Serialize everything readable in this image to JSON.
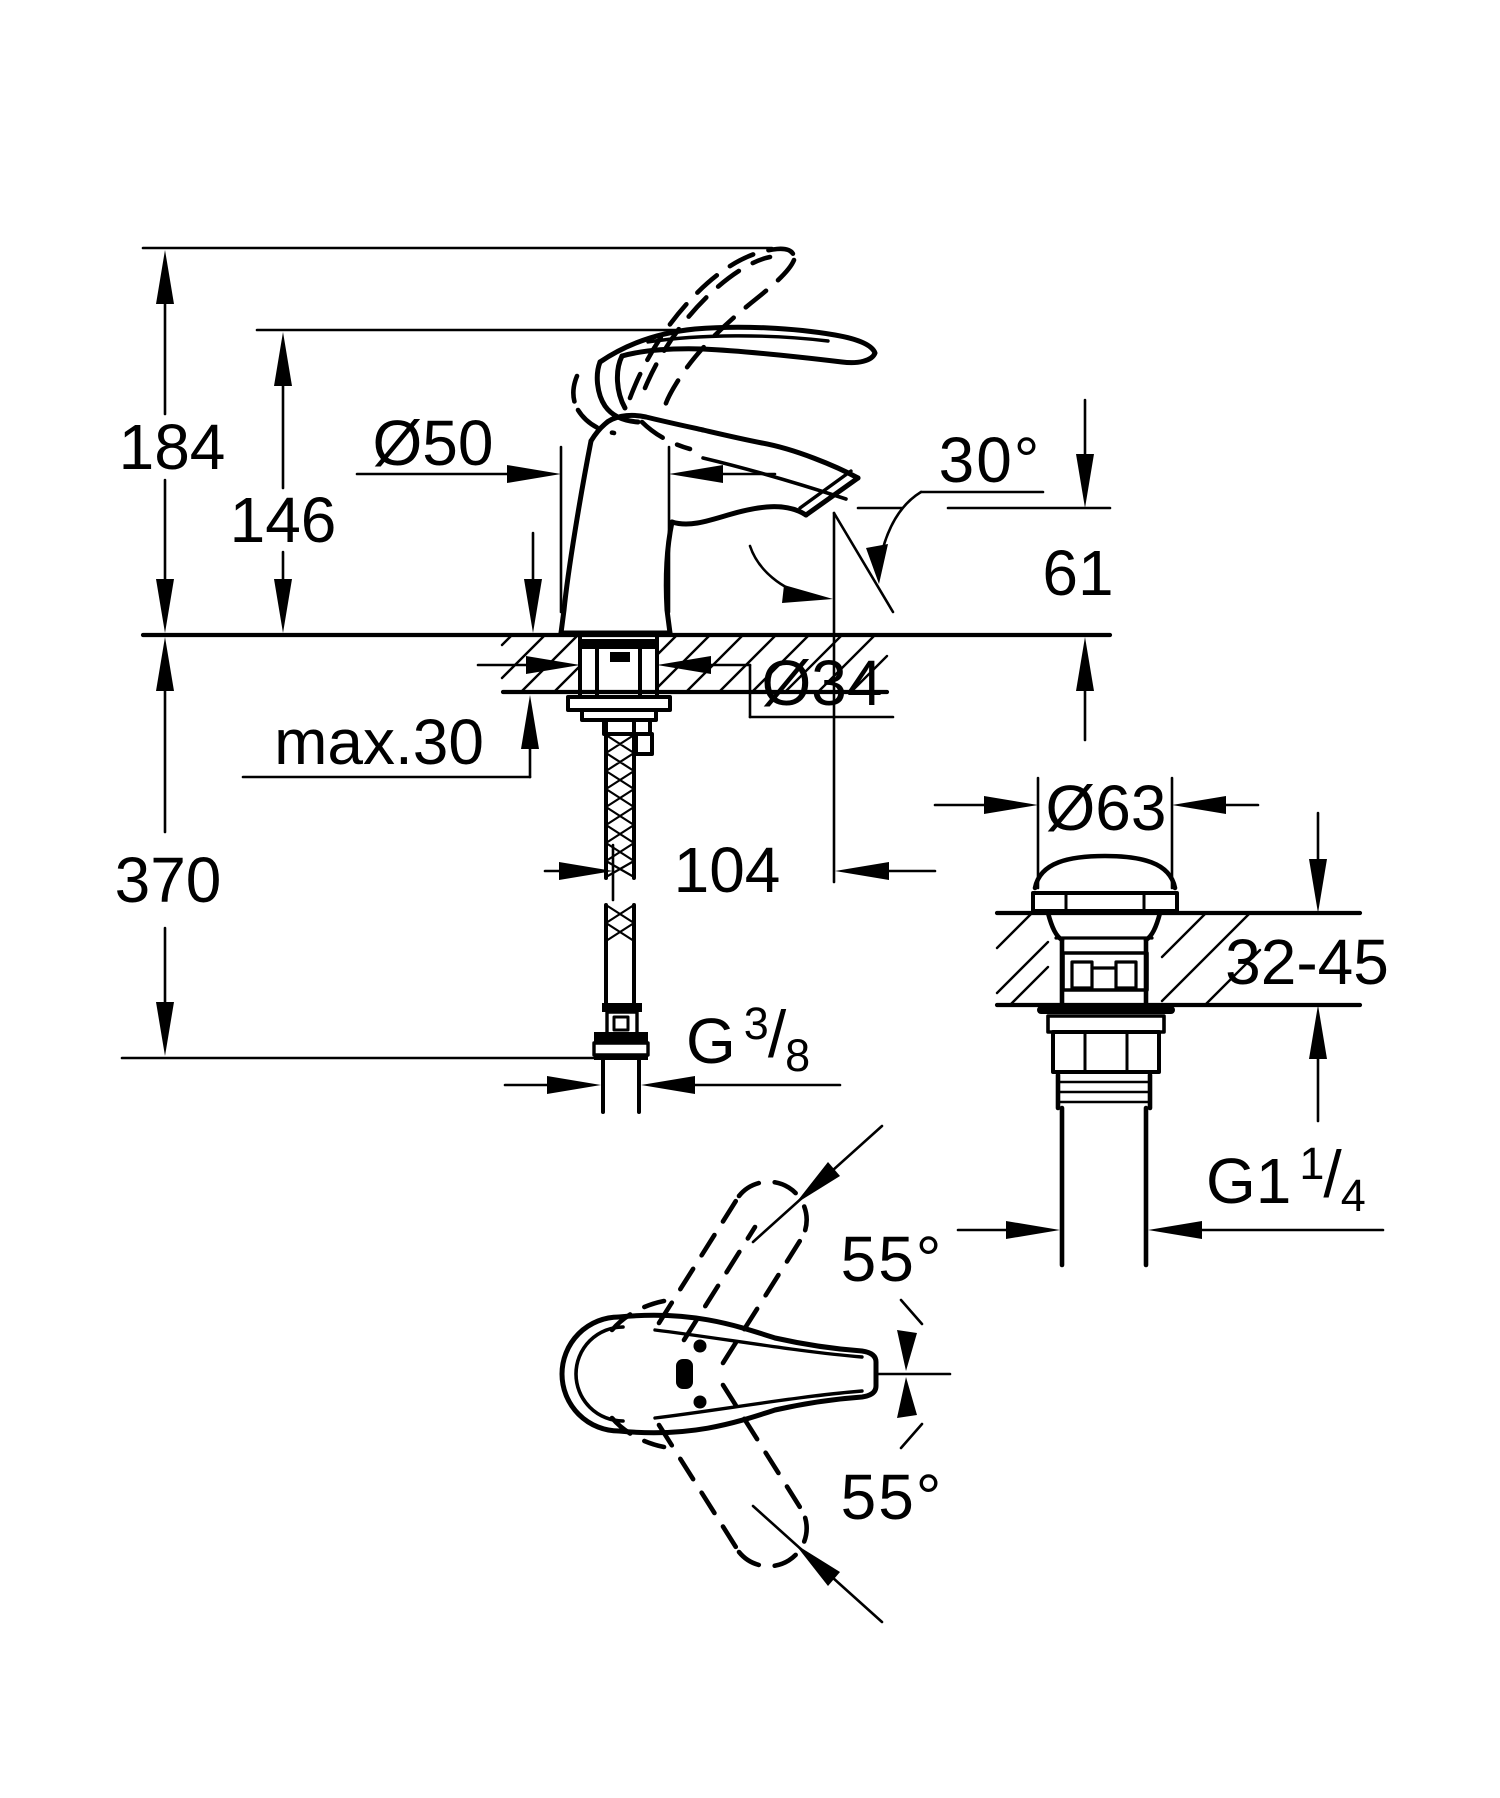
{
  "drawing": {
    "title": "Single-lever basin mixer with pop-up waste - installation dimension drawing",
    "units": "mm",
    "ink_color": "#000000",
    "paper_color": "#ffffff"
  },
  "labels": {
    "height_open": "184",
    "height_closed": "146",
    "body_dia": "Ø50",
    "spout_angle": "30°",
    "outlet_height": "61",
    "shank_dia": "Ø34",
    "max_deck": "max.30",
    "hose_drop": "370",
    "spout_reach": "104",
    "supply_g": "G",
    "supply_num": "3",
    "supply_slash": "/",
    "supply_den": "8",
    "waste_dia": "Ø63",
    "waste_deck_range": "32-45",
    "waste_g": "G1",
    "waste_num": "1",
    "waste_slash": "/",
    "waste_den": "4",
    "swivel_up": "55°",
    "swivel_down": "55°"
  }
}
